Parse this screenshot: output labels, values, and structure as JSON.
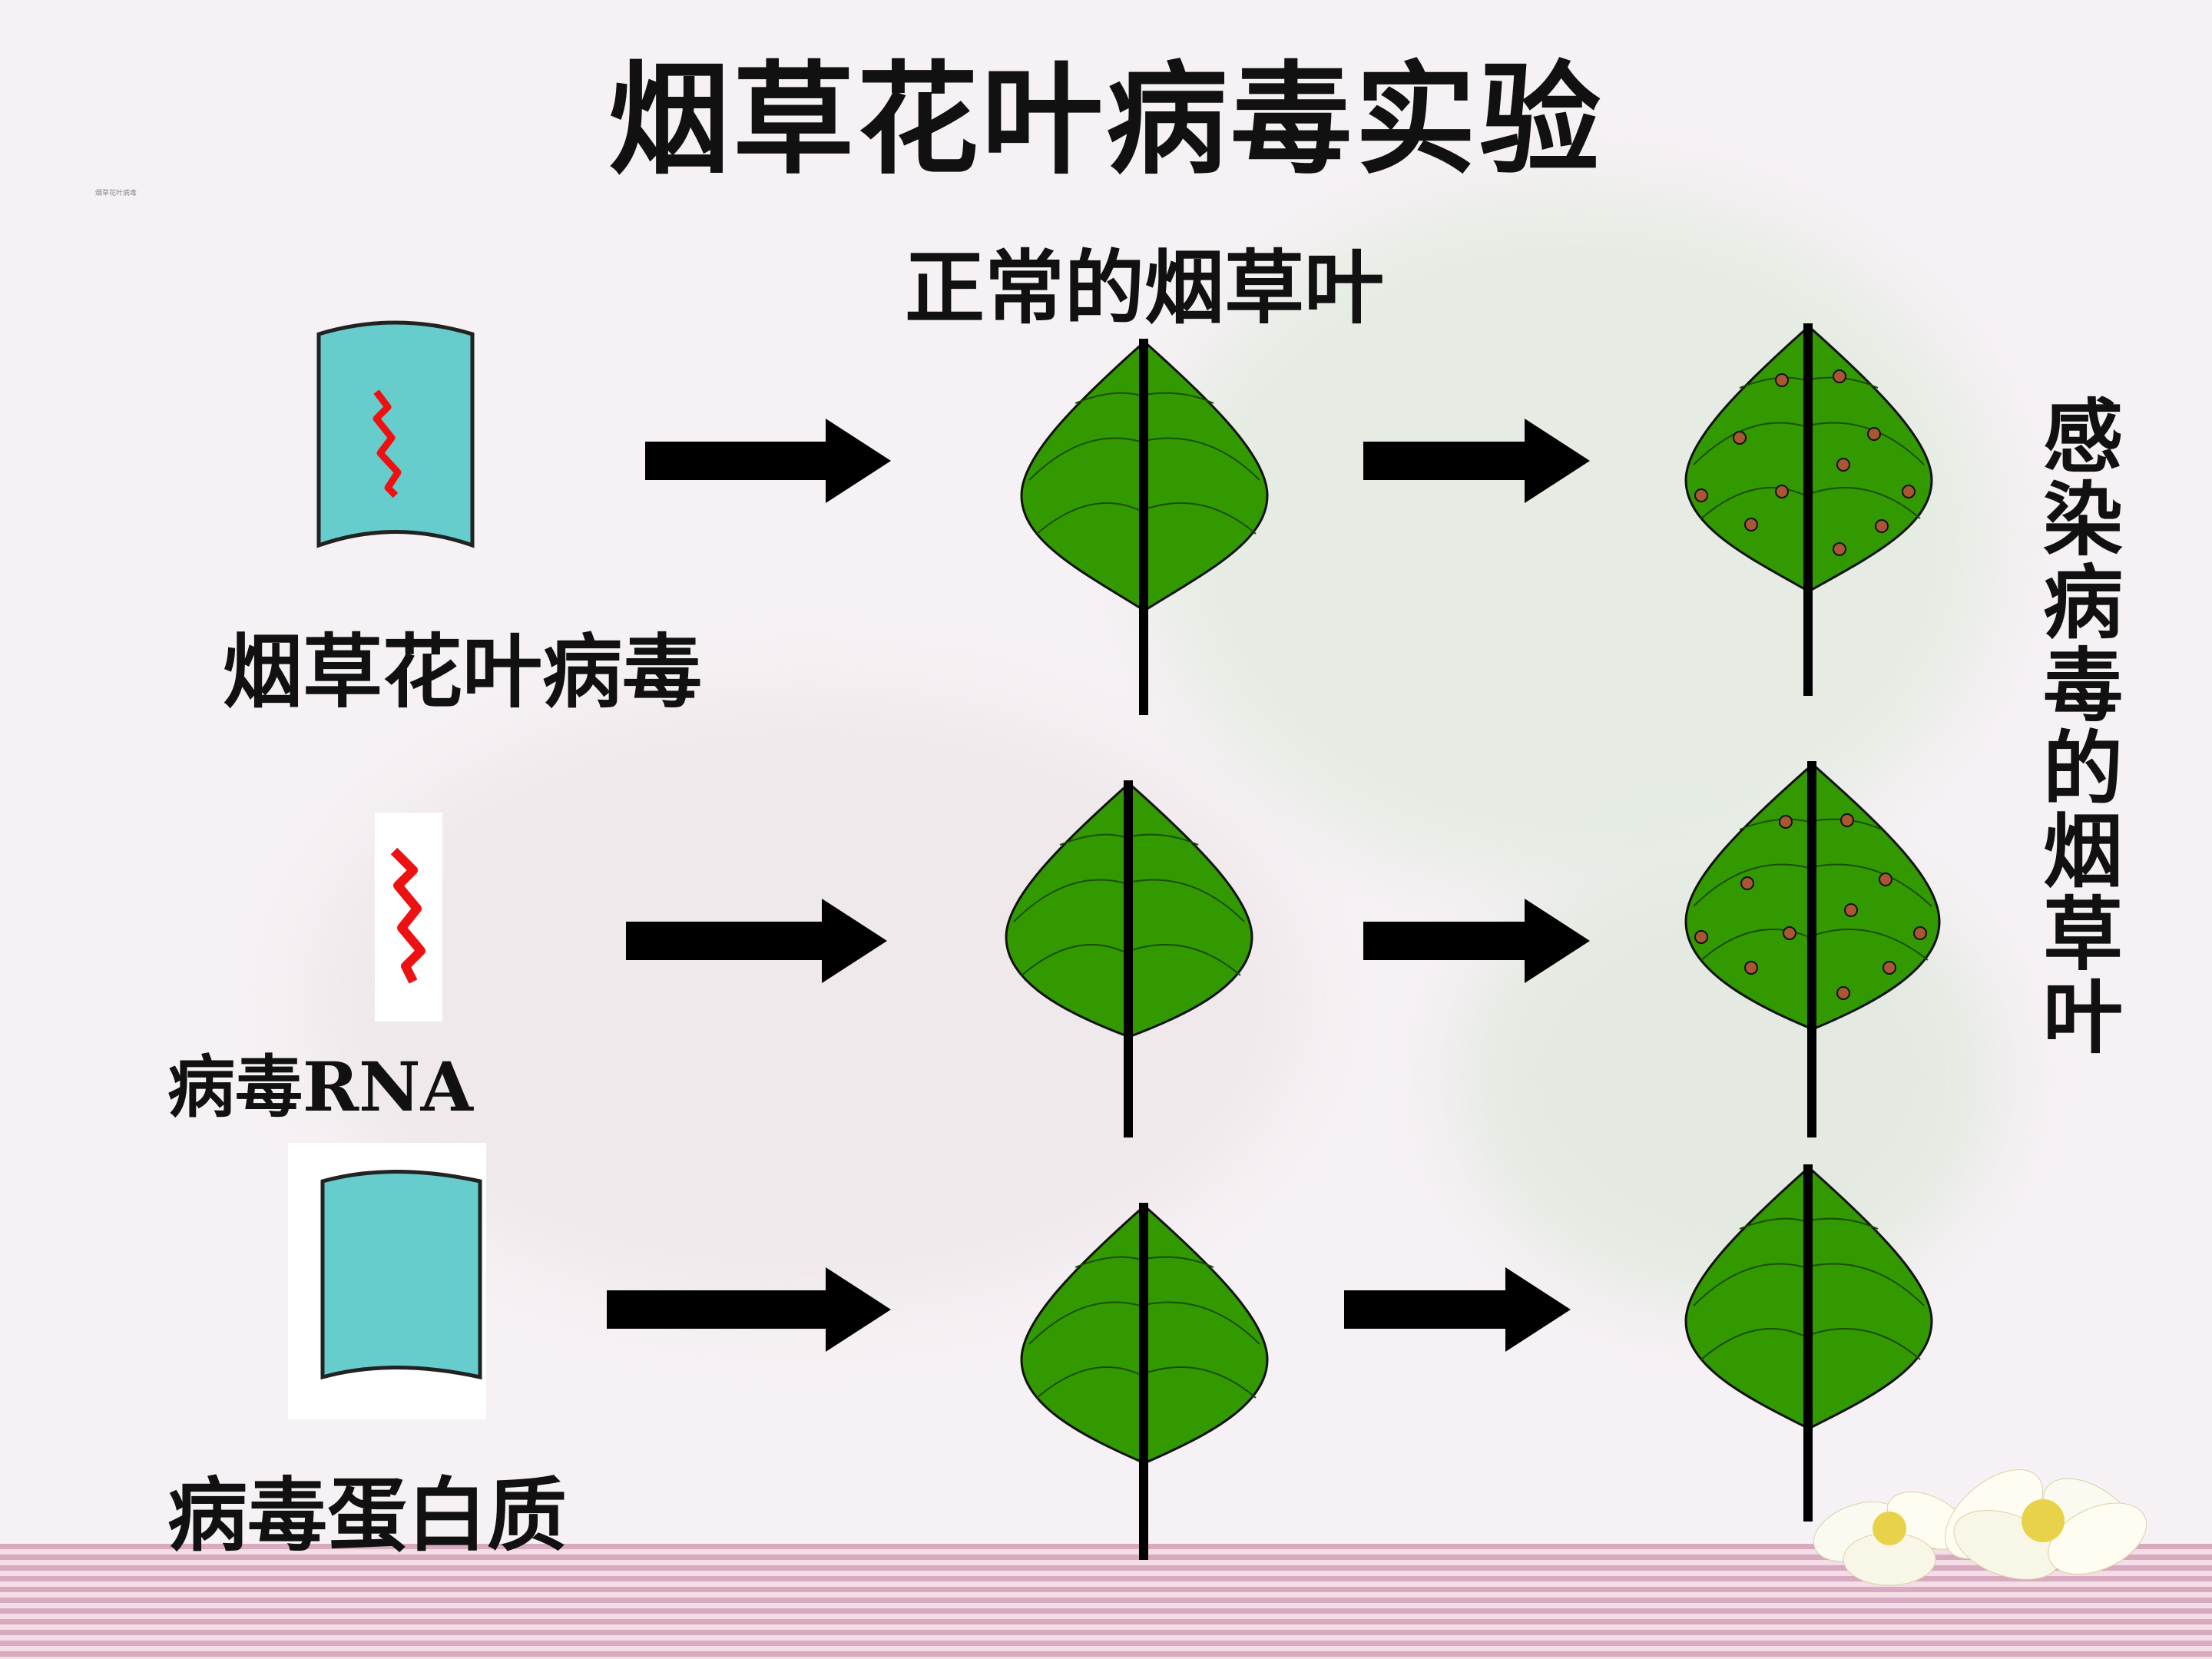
{
  "slide": {
    "title": "烟草花叶病毒实验",
    "tiny_caption": "烟草花叶病毒",
    "normal_leaf_label": "正常的烟草叶",
    "infected_label": "感染病毒的烟草叶",
    "rows": [
      {
        "source_label": "烟草花叶病毒",
        "source_icon": "virus-capsule-with-rna-icon",
        "result": "infected"
      },
      {
        "source_label": "病毒RNA",
        "source_icon": "rna-strand-icon",
        "result": "infected"
      },
      {
        "source_label": "病毒蛋白质",
        "source_icon": "protein-capsule-icon",
        "result": "healthy"
      }
    ]
  },
  "colors": {
    "leaf_green": "#339900",
    "capsule_cyan": "#66cccc",
    "rna_red": "#ee1111",
    "spot_brown": "#aa5533",
    "arrow_black": "#000000"
  }
}
